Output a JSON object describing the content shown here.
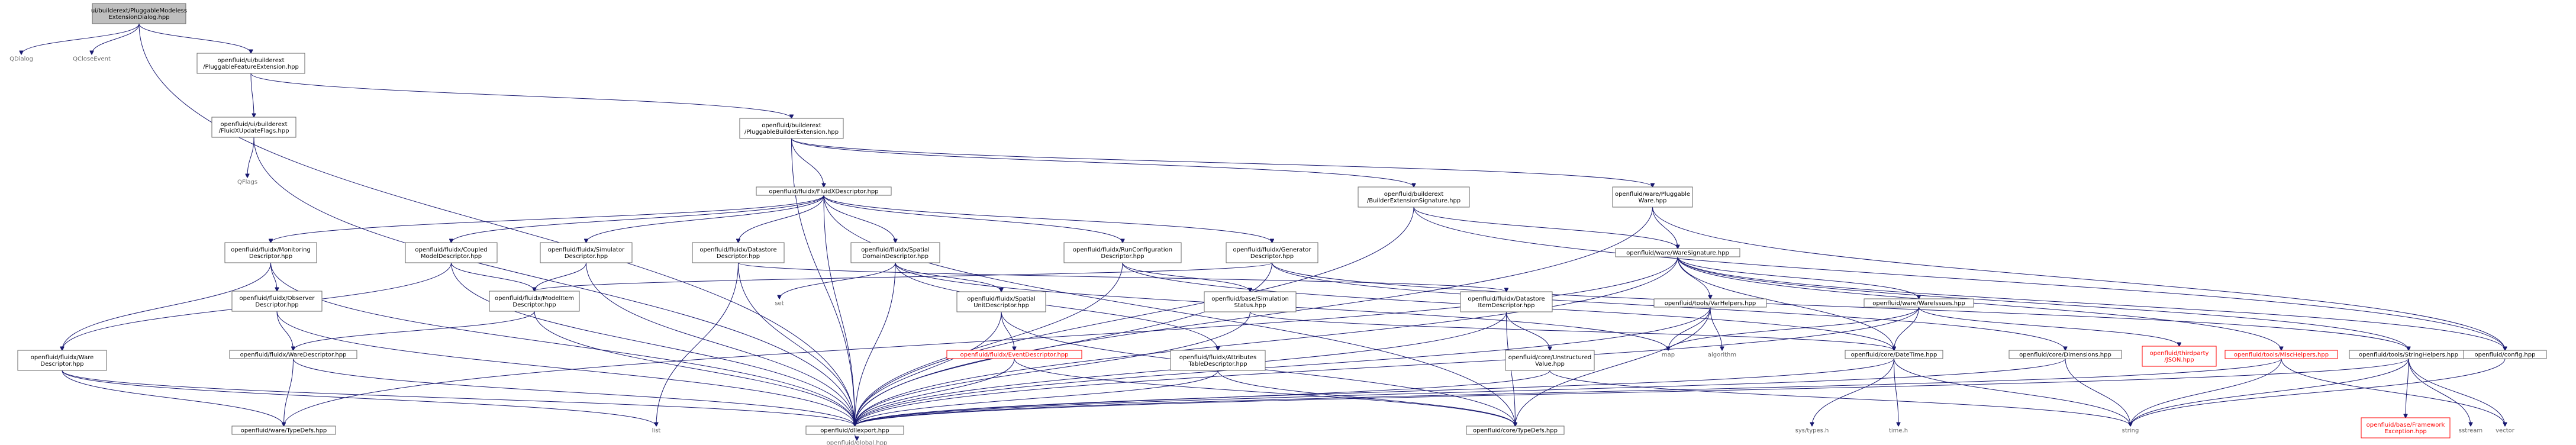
{
  "graph": {
    "nodes": [
      {
        "id": "root",
        "lines": [
          "ui/builderext/PluggableModeless",
          "ExtensionDialog.hpp"
        ],
        "style": "root"
      },
      {
        "id": "qdialog",
        "lines": [
          "QDialog"
        ],
        "style": "leaf"
      },
      {
        "id": "qcloseevent",
        "lines": [
          "QCloseEvent"
        ],
        "style": "leaf"
      },
      {
        "id": "pfext",
        "lines": [
          "openfluid/ui/builderext",
          "/PluggableFeatureExtension.hpp"
        ],
        "style": "box"
      },
      {
        "id": "fxflags",
        "lines": [
          "openfluid/ui/builderext",
          "/FluidXUpdateFlags.hpp"
        ],
        "style": "box"
      },
      {
        "id": "qflags",
        "lines": [
          "QFlags"
        ],
        "style": "leaf"
      },
      {
        "id": "pbext",
        "lines": [
          "openfluid/builderext",
          "/PluggableBuilderExtension.hpp"
        ],
        "style": "box"
      },
      {
        "id": "fxdesc",
        "lines": [
          "openfluid/fluidx/FluidXDescriptor.hpp"
        ],
        "style": "box"
      },
      {
        "id": "besig",
        "lines": [
          "openfluid/builderext",
          "/BuilderExtensionSignature.hpp"
        ],
        "style": "box"
      },
      {
        "id": "pware",
        "lines": [
          "openfluid/ware/Pluggable",
          "Ware.hpp"
        ],
        "style": "box"
      },
      {
        "id": "monit",
        "lines": [
          "openfluid/fluidx/Monitoring",
          "Descriptor.hpp"
        ],
        "style": "box"
      },
      {
        "id": "coupled",
        "lines": [
          "openfluid/fluidx/Coupled",
          "ModelDescriptor.hpp"
        ],
        "style": "box"
      },
      {
        "id": "simdesc",
        "lines": [
          "openfluid/fluidx/Simulator",
          "Descriptor.hpp"
        ],
        "style": "box"
      },
      {
        "id": "dsdesc",
        "lines": [
          "openfluid/fluidx/Datastore",
          "Descriptor.hpp"
        ],
        "style": "box"
      },
      {
        "id": "spdom",
        "lines": [
          "openfluid/fluidx/Spatial",
          "DomainDescriptor.hpp"
        ],
        "style": "box"
      },
      {
        "id": "runcfg",
        "lines": [
          "openfluid/fluidx/RunConfiguration",
          "Descriptor.hpp"
        ],
        "style": "box"
      },
      {
        "id": "gendesc",
        "lines": [
          "openfluid/fluidx/Generator",
          "Descriptor.hpp"
        ],
        "style": "box"
      },
      {
        "id": "waresig",
        "lines": [
          "openfluid/ware/WareSignature.hpp"
        ],
        "style": "box"
      },
      {
        "id": "obsdesc",
        "lines": [
          "openfluid/fluidx/Observer",
          "Descriptor.hpp"
        ],
        "style": "box"
      },
      {
        "id": "modelitem",
        "lines": [
          "openfluid/fluidx/ModelItem",
          "Descriptor.hpp"
        ],
        "style": "box"
      },
      {
        "id": "set",
        "lines": [
          "set"
        ],
        "style": "leaf"
      },
      {
        "id": "spunit",
        "lines": [
          "openfluid/fluidx/Spatial",
          "UnitDescriptor.hpp"
        ],
        "style": "box"
      },
      {
        "id": "simstatus",
        "lines": [
          "openfluid/base/Simulation",
          "Status.hpp"
        ],
        "style": "box"
      },
      {
        "id": "dsitem",
        "lines": [
          "openfluid/fluidx/Datastore",
          "ItemDescriptor.hpp"
        ],
        "style": "box"
      },
      {
        "id": "varhelp",
        "lines": [
          "openfluid/tools/VarHelpers.hpp"
        ],
        "style": "box"
      },
      {
        "id": "wareissues",
        "lines": [
          "openfluid/ware/WareIssues.hpp"
        ],
        "style": "box"
      },
      {
        "id": "waredesc",
        "lines": [
          "openfluid/fluidx/Ware",
          "Descriptor.hpp"
        ],
        "style": "box"
      },
      {
        "id": "fxwaredesc",
        "lines": [
          "openfluid/fluidx/WareDescriptor.hpp"
        ],
        "style": "box"
      },
      {
        "id": "evdesc",
        "lines": [
          "openfluid/fluidx/EventDescriptor.hpp"
        ],
        "style": "red"
      },
      {
        "id": "attrtab",
        "lines": [
          "openfluid/fluidx/Attributes",
          "TableDescriptor.hpp"
        ],
        "style": "box"
      },
      {
        "id": "map",
        "lines": [
          "map"
        ],
        "style": "leaf"
      },
      {
        "id": "algorithm",
        "lines": [
          "algorithm"
        ],
        "style": "leaf"
      },
      {
        "id": "unstruct",
        "lines": [
          "openfluid/core/Unstructured",
          "Value.hpp"
        ],
        "style": "box"
      },
      {
        "id": "datetime",
        "lines": [
          "openfluid/core/DateTime.hpp"
        ],
        "style": "box"
      },
      {
        "id": "dims",
        "lines": [
          "openfluid/core/Dimensions.hpp"
        ],
        "style": "box"
      },
      {
        "id": "json",
        "lines": [
          "openfluid/thirdparty",
          "/JSON.hpp"
        ],
        "style": "red"
      },
      {
        "id": "strhelp",
        "lines": [
          "openfluid/tools/StringHelpers.hpp"
        ],
        "style": "box"
      },
      {
        "id": "mischelp",
        "lines": [
          "openfluid/tools/MiscHelpers.hpp"
        ],
        "style": "red"
      },
      {
        "id": "config",
        "lines": [
          "openfluid/config.hpp"
        ],
        "style": "box"
      },
      {
        "id": "waretypedefs",
        "lines": [
          "openfluid/ware/TypeDefs.hpp"
        ],
        "style": "box"
      },
      {
        "id": "list",
        "lines": [
          "list"
        ],
        "style": "leaf"
      },
      {
        "id": "dllexport",
        "lines": [
          "openfluid/dllexport.hpp"
        ],
        "style": "box"
      },
      {
        "id": "coretypedefs",
        "lines": [
          "openfluid/core/TypeDefs.hpp"
        ],
        "style": "box"
      },
      {
        "id": "systypes",
        "lines": [
          "sys/types.h"
        ],
        "style": "leaf"
      },
      {
        "id": "timeh",
        "lines": [
          "time.h"
        ],
        "style": "leaf"
      },
      {
        "id": "string",
        "lines": [
          "string"
        ],
        "style": "leaf"
      },
      {
        "id": "frameworkexc",
        "lines": [
          "openfluid/base/Framework",
          "Exception.hpp"
        ],
        "style": "red"
      },
      {
        "id": "sstream",
        "lines": [
          "sstream"
        ],
        "style": "leaf"
      },
      {
        "id": "vector",
        "lines": [
          "vector"
        ],
        "style": "leaf"
      },
      {
        "id": "global",
        "lines": [
          "openfluid/global.hpp"
        ],
        "style": "leaf"
      }
    ],
    "edges": [
      [
        "root",
        "qdialog"
      ],
      [
        "root",
        "qcloseevent"
      ],
      [
        "root",
        "pfext"
      ],
      [
        "root",
        "dllexport"
      ],
      [
        "pfext",
        "fxflags"
      ],
      [
        "pfext",
        "pbext"
      ],
      [
        "fxflags",
        "qflags"
      ],
      [
        "fxflags",
        "dllexport"
      ],
      [
        "pbext",
        "fxdesc"
      ],
      [
        "pbext",
        "besig"
      ],
      [
        "pbext",
        "pware"
      ],
      [
        "pbext",
        "dllexport"
      ],
      [
        "fxdesc",
        "monit"
      ],
      [
        "fxdesc",
        "coupled"
      ],
      [
        "fxdesc",
        "simdesc"
      ],
      [
        "fxdesc",
        "dsdesc"
      ],
      [
        "fxdesc",
        "spdom"
      ],
      [
        "fxdesc",
        "runcfg"
      ],
      [
        "fxdesc",
        "gendesc"
      ],
      [
        "fxdesc",
        "dllexport"
      ],
      [
        "fxdesc",
        "coretypedefs"
      ],
      [
        "besig",
        "waresig"
      ],
      [
        "besig",
        "dllexport"
      ],
      [
        "besig",
        "config"
      ],
      [
        "pware",
        "waresig"
      ],
      [
        "pware",
        "dllexport"
      ],
      [
        "pware",
        "config"
      ],
      [
        "monit",
        "obsdesc"
      ],
      [
        "monit",
        "waredesc"
      ],
      [
        "monit",
        "dllexport"
      ],
      [
        "coupled",
        "modelitem"
      ],
      [
        "coupled",
        "waredesc"
      ],
      [
        "coupled",
        "dllexport"
      ],
      [
        "simdesc",
        "modelitem"
      ],
      [
        "simdesc",
        "dllexport"
      ],
      [
        "dsdesc",
        "dsitem"
      ],
      [
        "dsdesc",
        "list"
      ],
      [
        "dsdesc",
        "dllexport"
      ],
      [
        "spdom",
        "spunit"
      ],
      [
        "spdom",
        "attrtab"
      ],
      [
        "spdom",
        "set"
      ],
      [
        "spdom",
        "map"
      ],
      [
        "spdom",
        "dllexport"
      ],
      [
        "runcfg",
        "simstatus"
      ],
      [
        "runcfg",
        "datetime"
      ],
      [
        "runcfg",
        "dllexport"
      ],
      [
        "gendesc",
        "modelitem"
      ],
      [
        "gendesc",
        "dims"
      ],
      [
        "gendesc",
        "strhelp"
      ],
      [
        "gendesc",
        "dllexport"
      ],
      [
        "waresig",
        "wareissues"
      ],
      [
        "waresig",
        "varhelp"
      ],
      [
        "waresig",
        "waretypedefs"
      ],
      [
        "waresig",
        "datetime"
      ],
      [
        "waresig",
        "strhelp"
      ],
      [
        "waresig",
        "mischelp"
      ],
      [
        "waresig",
        "config"
      ],
      [
        "waresig",
        "dllexport"
      ],
      [
        "obsdesc",
        "fxwaredesc"
      ],
      [
        "obsdesc",
        "dllexport"
      ],
      [
        "modelitem",
        "fxwaredesc"
      ],
      [
        "modelitem",
        "dllexport"
      ],
      [
        "spunit",
        "evdesc"
      ],
      [
        "spunit",
        "coretypedefs"
      ],
      [
        "spunit",
        "dllexport"
      ],
      [
        "simstatus",
        "datetime"
      ],
      [
        "simstatus",
        "dllexport"
      ],
      [
        "dsitem",
        "unstruct"
      ],
      [
        "dsitem",
        "coretypedefs"
      ],
      [
        "dsitem",
        "dllexport"
      ],
      [
        "varhelp",
        "map"
      ],
      [
        "varhelp",
        "algorithm"
      ],
      [
        "varhelp",
        "coretypedefs"
      ],
      [
        "varhelp",
        "dllexport"
      ],
      [
        "wareissues",
        "json"
      ],
      [
        "wareissues",
        "datetime"
      ],
      [
        "wareissues",
        "map"
      ],
      [
        "wareissues",
        "dllexport"
      ],
      [
        "waredesc",
        "waretypedefs"
      ],
      [
        "waredesc",
        "list"
      ],
      [
        "waredesc",
        "dllexport"
      ],
      [
        "fxwaredesc",
        "waretypedefs"
      ],
      [
        "fxwaredesc",
        "dllexport"
      ],
      [
        "evdesc",
        "coretypedefs"
      ],
      [
        "evdesc",
        "dllexport"
      ],
      [
        "attrtab",
        "coretypedefs"
      ],
      [
        "attrtab",
        "dllexport"
      ],
      [
        "unstruct",
        "string"
      ],
      [
        "unstruct",
        "dllexport"
      ],
      [
        "datetime",
        "systypes"
      ],
      [
        "datetime",
        "timeh"
      ],
      [
        "datetime",
        "string"
      ],
      [
        "datetime",
        "dllexport"
      ],
      [
        "dims",
        "dllexport"
      ],
      [
        "dims",
        "string"
      ],
      [
        "strhelp",
        "frameworkexc"
      ],
      [
        "strhelp",
        "string"
      ],
      [
        "strhelp",
        "sstream"
      ],
      [
        "strhelp",
        "vector"
      ],
      [
        "strhelp",
        "dllexport"
      ],
      [
        "mischelp",
        "string"
      ],
      [
        "mischelp",
        "vector"
      ],
      [
        "mischelp",
        "dllexport"
      ],
      [
        "config",
        "string"
      ],
      [
        "dllexport",
        "global"
      ]
    ]
  }
}
